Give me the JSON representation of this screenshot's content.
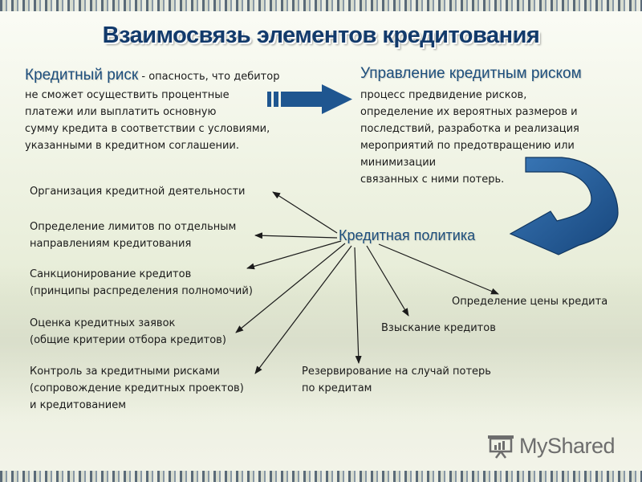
{
  "title": "Взаимосвязь элементов кредитования",
  "credit_risk": {
    "heading": "Кредитный риск",
    "dash": " - ",
    "lines": [
      "опасность, что дебитор",
      "не сможет осуществить процентные",
      "платежи или выплатить основную",
      "сумму кредита в соответствии с условиями,",
      "указанными в кредитном соглашении."
    ]
  },
  "risk_management": {
    "heading": "Управление кредитным риском",
    "lines": [
      "процесс предвидение рисков,",
      "определение их вероятных размеров и",
      "последствий, разработка и реализация",
      "мероприятий по предотвращению или",
      "минимизации",
      "связанных с ними потерь."
    ]
  },
  "credit_policy": {
    "label": "Кредитная политика"
  },
  "policy_elements": {
    "organization": [
      "Организация кредитной деятельности"
    ],
    "limits": [
      "Определение лимитов по отдельным",
      "направлениям кредитования"
    ],
    "sanctioning": [
      "Санкционирование кредитов",
      "(принципы распределения полномочий)"
    ],
    "evaluation": [
      "Оценка кредитных заявок",
      "(общие критерии отбора кредитов)"
    ],
    "control": [
      "Контроль за кредитными рисками",
      "(сопровождение кредитных проектов)",
      "и кредитованием"
    ],
    "reserving": [
      "Резервирование  на случай потерь",
      "по кредитам"
    ],
    "collection": [
      "Взыскание кредитов"
    ],
    "pricing": [
      "Определение цены кредита"
    ]
  },
  "logo": {
    "text": "MyShared",
    "icon": "presentation-board-icon"
  },
  "colors": {
    "title": "#123a6b",
    "heading": "#1d4e7c",
    "arrow": "#1f5690"
  }
}
